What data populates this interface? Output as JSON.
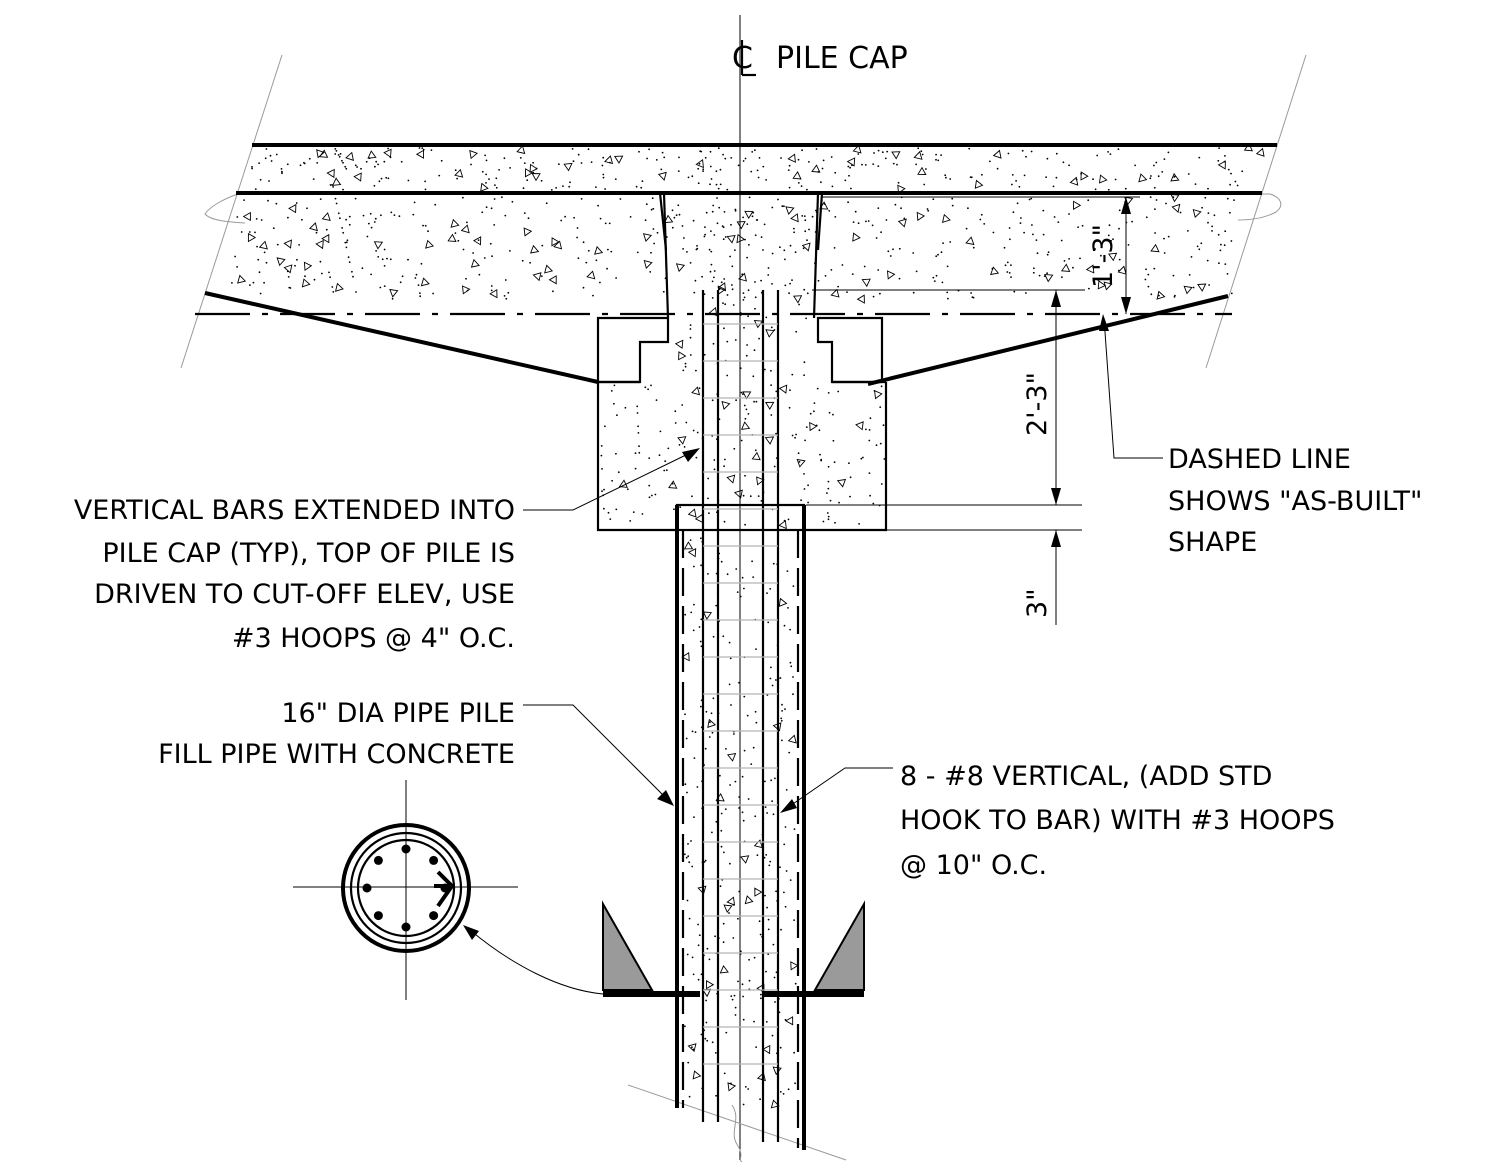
{
  "title": {
    "symbol": "CL",
    "text": "PILE CAP"
  },
  "dimensions": {
    "top": "1'-3\"",
    "middle": "2'-3\"",
    "bottom": "3\""
  },
  "notes": {
    "vertical_bars": [
      "VERTICAL BARS EXTENDED INTO",
      "PILE CAP (TYP), TOP OF PILE IS",
      "DRIVEN TO CUT-OFF ELEV, USE",
      "#3 HOOPS @ 4\" O.C."
    ],
    "pipe_pile": [
      "16\" DIA PIPE PILE",
      "FILL PIPE WITH CONCRETE"
    ],
    "reinforcing": [
      "8 - #8 VERTICAL, (ADD STD",
      "HOOK TO BAR) WITH #3 HOOPS",
      "@ 10\" O.C."
    ],
    "dashed_line": [
      "DASHED LINE",
      "SHOWS \"AS-BUILT\"",
      "SHAPE"
    ]
  },
  "colors": {
    "line": "#000000",
    "gusset_fill": "#9a9a9a",
    "hoop": "#b4b4b4"
  }
}
